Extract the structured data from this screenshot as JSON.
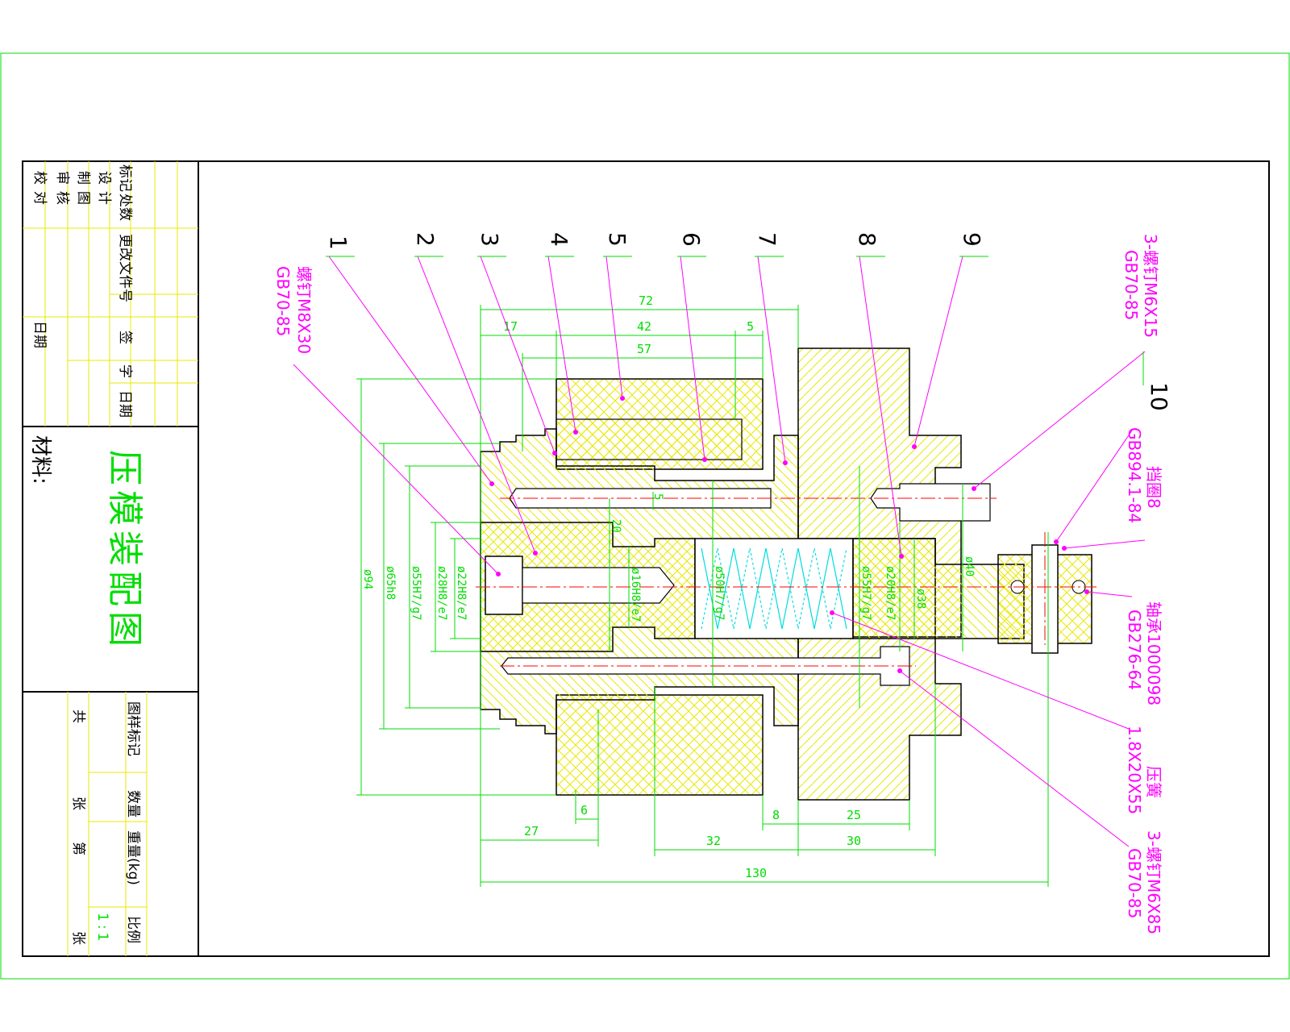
{
  "title": "压模装配图",
  "material_label": "材料:",
  "title_block": {
    "rev_headers": [
      "标记",
      "处数",
      "更改文件号",
      "签",
      "字",
      "日期"
    ],
    "roles": [
      "设计",
      "制图",
      "审核",
      "校对"
    ],
    "date_label": "日期",
    "mark_label": "图样标记",
    "quantity_label": "数量",
    "weight_label": "重量(kg)",
    "scale_label": "比例",
    "scale_value": "1:1",
    "total_label": "共",
    "sheet_label": "张",
    "page_label": "第",
    "sheet_label2": "张"
  },
  "balloons": [
    "1",
    "2",
    "3",
    "4",
    "5",
    "6",
    "7",
    "8",
    "9",
    "10"
  ],
  "callouts": {
    "screw_m8": [
      "螺钉M8X30",
      "GB70-85"
    ],
    "screw_m6x15": [
      "3-螺钉M6X15",
      "GB70-85"
    ],
    "retaining_ring": [
      "挡圈8",
      "GB894.1-84"
    ],
    "bearing": [
      "轴承1000098",
      "GB276-64"
    ],
    "spring": [
      "压簧",
      "1.8X20X55"
    ],
    "screw_m6x85": [
      "3-螺钉M6X85",
      "GB70-85"
    ]
  },
  "dimensions": {
    "top": [
      "72",
      "17",
      "42",
      "5",
      "57"
    ],
    "bottom": [
      "6",
      "27",
      "8",
      "25",
      "32",
      "30",
      "130"
    ],
    "left_diameters": [
      "ø94",
      "ø65h8",
      "ø55H7/g7",
      "ø28H8/e7",
      "ø22H8/e7"
    ],
    "inner": [
      "20",
      "5",
      "ø16H8/e7",
      "ø50H7/g7",
      "ø55H7/g7",
      "ø20H8/e7",
      "ø38",
      "ø40"
    ]
  },
  "colors": {
    "border": "#00dd00",
    "drawing_line": "#000000",
    "hatch": "#e8e800",
    "leader": "#ff00ff",
    "center_line": "#ff0000",
    "spring": "#00dddd"
  }
}
